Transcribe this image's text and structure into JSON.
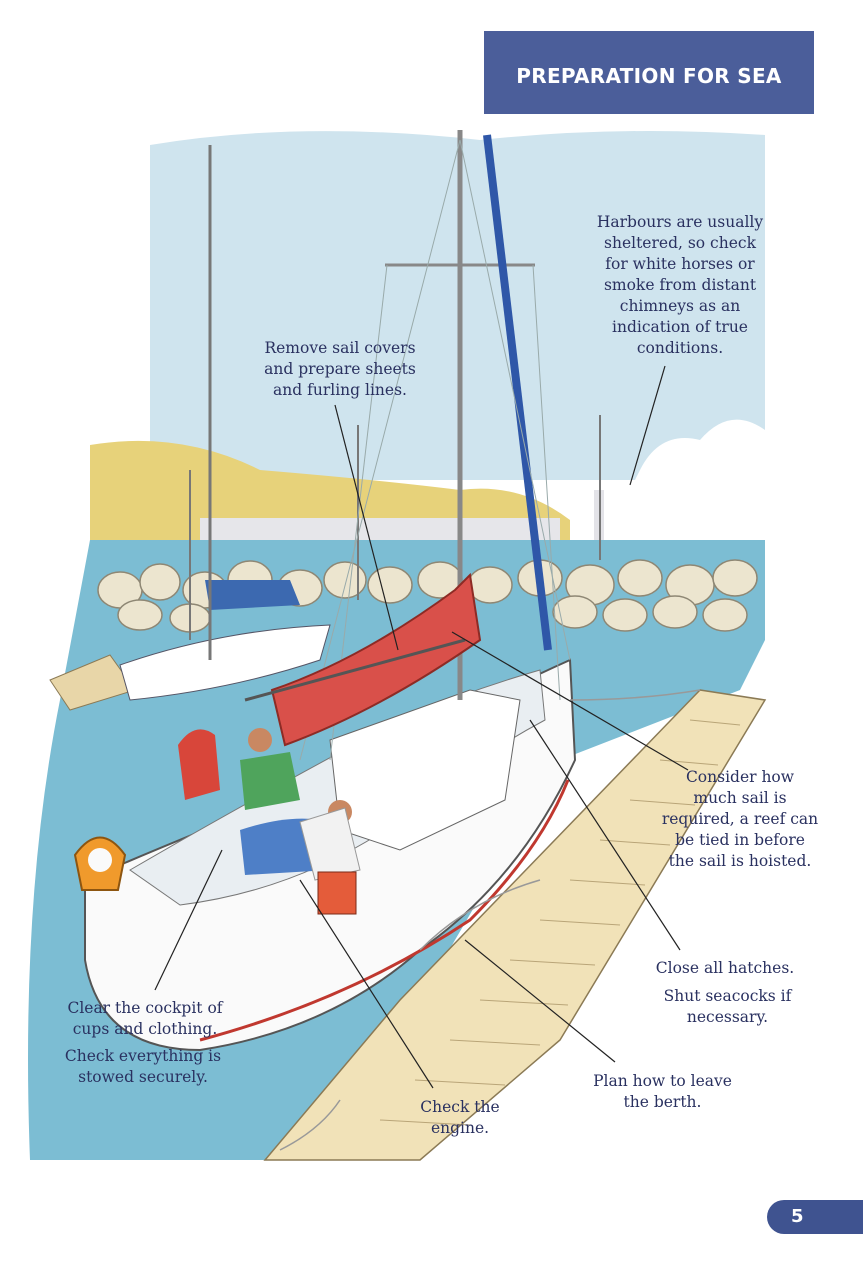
{
  "header": {
    "section_title": "PREPARATION FOR SEA"
  },
  "captions": {
    "harbour": [
      "Harbours are usually",
      "sheltered, so check",
      "for white horses or",
      "smoke from distant",
      "chimneys as an",
      "indication of true",
      "conditions."
    ],
    "sail_covers": [
      "Remove sail covers",
      "and prepare sheets",
      "and furling lines."
    ],
    "reef": [
      "Consider how",
      "much sail is",
      "required, a reef can",
      "be tied in before",
      "the sail is hoisted."
    ],
    "hatches": [
      "Close all hatches."
    ],
    "seacocks": [
      "Shut seacocks if",
      "necessary."
    ],
    "berth": [
      "Plan how to leave",
      "the berth."
    ],
    "engine": [
      "Check the",
      "engine."
    ],
    "cockpit": [
      "Clear the cockpit of",
      "cups and clothing."
    ],
    "stowed": [
      "Check everything is",
      "stowed securely."
    ]
  },
  "footer": {
    "page_number": "5"
  },
  "colors": {
    "banner": "#4b5e9a",
    "caption_text": "#2a3160",
    "sail_cover": "#d9504a",
    "sea": "#6fb4cc",
    "sky": "#bcdbe8"
  }
}
